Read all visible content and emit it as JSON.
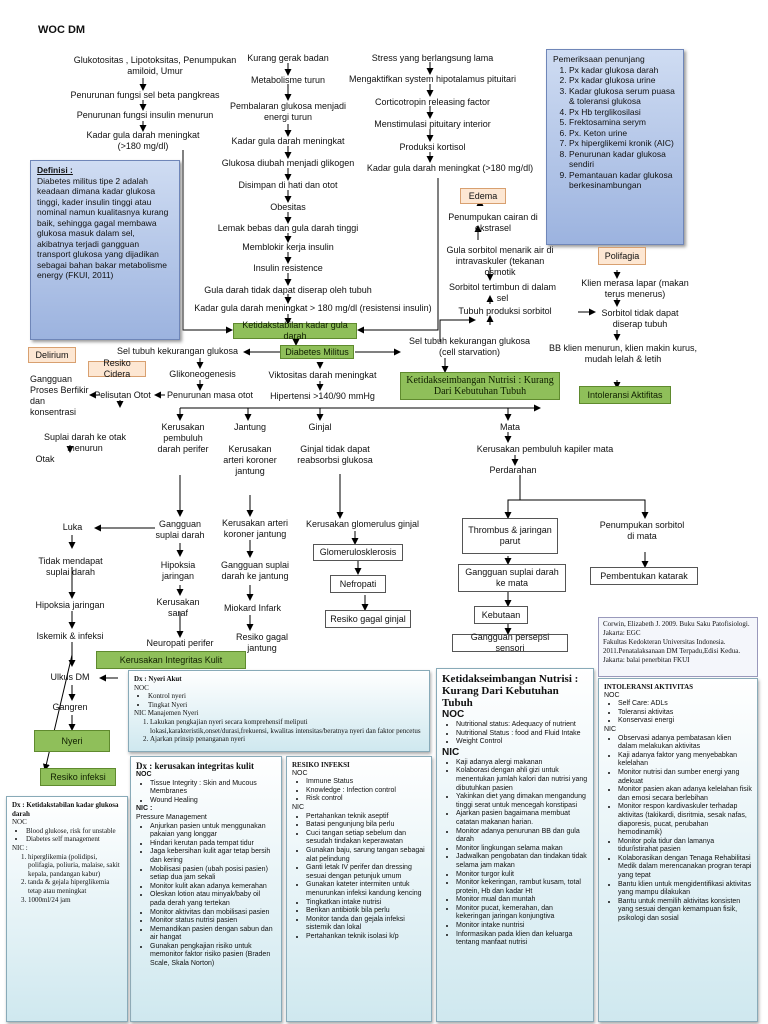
{
  "title": "WOC DM",
  "definition": {
    "heading": "Definisi :",
    "text": "Diabetes militus tipe 2 adalah keadaan dimana kadar glukosa tinggi, kader insulin tinggi atau nominal namun kualitasnya kurang baik, sehingga gagal membawa glukosa masuk dalam sel, akibatnya terjadi gangguan transport glukosa yang dijadikan sebagai bahan bakar metabolisme energy (FKUI, 2011)"
  },
  "exam": {
    "heading": "Pemeriksaan penunjang",
    "items": [
      "Px kadar glukosa darah",
      "Px kadar glukosa urine",
      "Kadar glukosa serum puasa & toleransi glukosa",
      "Px Hb terglikosilasi",
      "Frektosamina serym",
      "Px. Keton urine",
      "Px hiperglikemi kronik (AIC)",
      "Penurunan kadar glukosa sendiri",
      "Pemantauan kadar glukosa berkesinambungan"
    ]
  },
  "flow": {
    "col1": [
      "Glukotositas , Lipotoksitas, Penumpukan amiloid, Umur",
      "Penurunan fungsi sel beta pangkreas",
      "Penurunan fungsi insulin menurun",
      "Kadar gula darah meningkat (>180 mg/dl)"
    ],
    "col2": [
      "Kurang gerak badan",
      "Metabolisme turun",
      "Pembalaran glukosa menjadi energi turun",
      "Kadar gula darah meningkat",
      "Glukosa diubah menjadi glikogen",
      "Disimpan di hati dan otot",
      "Obesitas",
      "Lemak bebas dan gula darah tinggi",
      "Memblokir kerja insulin",
      "Insulin resistence",
      "Gula darah tidak dapat diserap oleh tubuh",
      "Kadar gula darah meningkat > 180 mg/dl (resistensi insulin)"
    ],
    "col3": [
      "Stress yang berlangsung lama",
      "Mengaktifkan system hipotalamus pituitari",
      "Corticotropin releasing factor",
      "Menstimulasi pituitary interior",
      "Produksi kortisol",
      "Kadar gula darah meningkat (>180 mg/dl)"
    ],
    "edema": "Edema",
    "right": [
      "Penumpukan cairan di ekstrasel",
      "Gula sorbitol menarik air di intravaskuler (tekanan osmotik",
      "Sorbitol tertimbun di dalam sel",
      "Tubuh produksi sorbitol",
      "Sel tubuh kekurangan glukosa (cell starvation)"
    ],
    "polifagia": "Polifagia",
    "polifagia_flow": [
      "Klien merasa lapar (makan terus menerus)",
      "Sorbitol tidak dapat diserap tubuh",
      "BB klien menurun, klien makin kurus, mudah lelah & letih"
    ],
    "intoleransi": "Intoleransi Aktifitas",
    "ketidakstabilan": "Ketidakstabilan kadar gula darah",
    "dm": "Diabetes Militus",
    "nutrisi_box": "Ketidakseimbangan Nutrisi : Kurang Dari Kebutuhan Tubuh",
    "left": [
      "Sel tubuh kekurangan glukosa",
      "Glikoneogenesis",
      "Penurunan masa otot",
      "Pelisutan Otot",
      "Suplai darah ke otak menurun",
      "Otak"
    ],
    "delirium": "Delirium",
    "delirium_sub": "Gangguan Proses Berfikir dan konsentrasi",
    "resiko_cidera": "Resiko Cidera",
    "mid": [
      "Viktositas darah meningkat",
      "Hipertensi >140/90 mmHg"
    ],
    "organs": [
      "Kerusakan pembuluh darah perifer",
      "Jantung",
      "Ginjal",
      "Mata"
    ],
    "jantung": [
      "Kerusakan arteri koroner jantung",
      "Kerusakan arteri koroner jantung",
      "Gangguan suplai darah ke jantung",
      "Miokard Infark"
    ],
    "ginjal": [
      "Ginjal tidak dapat reabsorbsi glukosa",
      "Kerusakan glomerulus ginjal",
      "Glomerulosklerosis",
      "Nefropati",
      "Resiko gagal ginjal"
    ],
    "mata": [
      "Kerusakan pembuluh kapiler mata",
      "Perdarahan",
      "Thrombus & jaringan parut",
      "Penumpukan sorbitol di mata",
      "Gangguan suplai darah ke mata",
      "Pembentukan katarak",
      "Kebutaan",
      "Gangguan persepsi sensori"
    ],
    "perifer": [
      "Gangguan suplai darah",
      "Hipoksia jaringan",
      "Kerusakan saraf",
      "Neuropati perifer",
      "Resiko gagal jantung"
    ],
    "luka": [
      "Luka",
      "Tidak mendapat suplai darah",
      "Hipoksia jaringan",
      "Iskemik & infeksi",
      "Ulkus DM",
      "Gangren"
    ],
    "nyeri": "Nyeri",
    "resiko_infeksi": "Resiko infeksi",
    "kerusakan_kulit": "Kerusakan Integritas Kulit"
  },
  "reference": "Corwin, Elizabeth J. 2009. Buku Saku Patofisiologi. Jakarta: EGC\nFakultas Kedokteran Universitas Indonesia. 2011.Penatalaksanaan DM Terpadu,Edisi Kedua. Jakarta: balai penerbitan FKUI",
  "cards": {
    "nyeri": {
      "title": "Dx : Nyeri Akut",
      "noc": "NOC",
      "noc_items": [
        "Kontrol nyeri",
        "Tingkat Nyeri"
      ],
      "nic": "NIC Manajemen Nyeri",
      "nic_items": [
        "Lakukan pengkajian nyeri secara komprehensif meliputi lokasi,karakteristik,onset/durasi,frekuensi, kwalitas intensitas/beratnya nyeri dan faktor pencetus",
        "Ajarkan prinsip penanganan nyeri"
      ]
    },
    "kulit": {
      "title": "Dx : kerusakan integritas kulit",
      "noc": "NOC",
      "noc_items": [
        "Tissue Integrity : Skin and Mucous Membranes",
        "Wound Healing"
      ],
      "nic": "NIC :",
      "nic_sub": "Pressure Management",
      "nic_items": [
        "Anjurkan pasien untuk menggunakan pakaian yang longgar",
        "Hindari kerutan pada tempat tidur",
        "Jaga kebersihan kulit agar tetap bersih dan kering",
        "Mobilisasi pasien (ubah posisi pasien) setiap dua jam sekali",
        "Monitor kulit akan adanya kemerahan",
        "Oleskan lotion atau minyak/baby oil pada derah yang tertekan",
        "Monitor aktivitas dan mobilisasi pasien",
        "Monitor status nutrisi pasien",
        "Memandikan pasien dengan sabun dan air hangat",
        "Gunakan pengkajian risiko untuk memonitor faktor risiko pasien (Braden Scale, Skala Norton)"
      ]
    },
    "infeksi": {
      "title": "RESIKO INFEKSI",
      "noc": "NOC",
      "noc_items": [
        "Immune Status",
        "Knowledge : Infection control",
        "Risk control"
      ],
      "nic": "NIC",
      "nic_items": [
        "Pertahankan teknik aseptif",
        "Batasi pengunjung bila perlu",
        "Cuci tangan setiap sebelum dan sesudah tindakan keperawatan",
        "Gunakan baju, sarung tangan sebagai alat pelindung",
        "Ganti letak IV perifer dan dressing sesuai dengan petunjuk umum",
        "Gunakan kateter intermiten untuk menurunkan infeksi kandung kencing",
        "Tingkatkan intake nutrisi",
        "Berikan antibiotik bila perlu",
        "Monitor tanda dan gejala infeksi sistemik dan lokal",
        "Pertahankan teknik isolasi k/p"
      ]
    },
    "nutrisi": {
      "title": "Ketidakseimbangan Nutrisi : Kurang Dari Kebutuhan Tubuh",
      "noc": "NOC",
      "noc_items": [
        "Nutritional status: Adequacy of nutrient",
        "Nutritional Status : food and Fluid Intake",
        "Weight Control"
      ],
      "nic": "NIC",
      "nic_items": [
        "Kaji adanya alergi makanan",
        "Kolaborasi dengan ahli gizi untuk menentukan jumlah kalori dan nutrisi yang dibutuhkan pasien",
        "Yakinkan diet yang dimakan mengandung tinggi serat untuk mencegah konstipasi",
        "Ajarkan pasien bagaimana membuat catatan makanan harian.",
        "Monitor adanya penurunan BB dan gula darah",
        "Monitor lingkungan selama makan",
        "Jadwalkan pengobatan dan tindakan tidak selama jam makan",
        "Monitor turgor kulit",
        "Monitor kekeringan, rambut kusam, total protein, Hb dan kadar Ht",
        "Monitor mual dan muntah",
        "Monitor pucat, kemerahan, dan kekeringan jaringan konjungtiva",
        "Monitor intake nuntrisi",
        "Informasikan pada klien dan keluarga tentang manfaat nutrisi"
      ]
    },
    "aktifitas": {
      "title": "INTOLERANSI AKTIVITAS",
      "noc": "NOC",
      "noc_items": [
        "Self Care: ADLs",
        "Toleransi aktivitas",
        "Konservasi energi"
      ],
      "nic": "NIC",
      "nic_items": [
        "Observasi adanya pembatasan klien dalam melakukan aktivitas",
        "Kaji adanya faktor yang menyebabkan kelelahan",
        "Monitor nutrisi dan sumber energi yang adekuat",
        "Monitor pasien akan adanya kelelahan fisik dan emosi secara berlebihan",
        "Monitor respon kardivaskuler terhadap aktivitas (takikardi, disritmia, sesak nafas, diaporesis, pucat, perubahan hemodinamik)",
        "Monitor pola tidur dan lamanya tidur/istirahat pasien",
        "Kolaborasikan dengan Tenaga Rehabilitasi Medik dalam merencanakan progran terapi yang tepat",
        "Bantu klien untuk mengidentifikasi aktivitas yang mampu dilakukan",
        "Bantu untuk memilih aktivitas konsisten yang sesuai dengan kemampuan fisik, psikologi dan sosial"
      ]
    },
    "dx_gula": {
      "title": "Dx : Ketidakstabilan kadar glukosa darah",
      "noc": "NOC",
      "noc_items": [
        "Blood glukose, risk for unstable",
        "Diabetes self management"
      ],
      "nic": "NIC :",
      "nic_items": [
        "hiperglikemia (polidipsi, polifagia, poliuria, malaise, sakit kepala, pandangan kabur)",
        "tanda & gejala hiperglikemia tetap atau meningkat",
        "1000ml/24 jam"
      ]
    }
  }
}
